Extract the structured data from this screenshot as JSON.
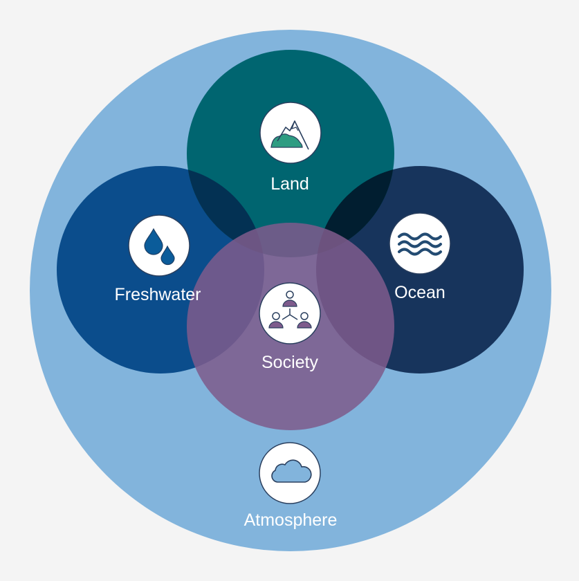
{
  "background_color": "#f4f4f4",
  "badge_fill": "#ffffff",
  "badge_stroke": "#2a3f5e",
  "label_color": "#ffffff",
  "nodes": {
    "atmosphere": {
      "label": "Atmosphere",
      "icon": "cloud-icon",
      "color": "#82b4dc"
    },
    "land": {
      "label": "Land",
      "icon": "mountain-icon",
      "color": "#006570"
    },
    "freshwater": {
      "label": "Freshwater",
      "icon": "water-drops-icon",
      "color": "#0b4d8c"
    },
    "ocean": {
      "label": "Ocean",
      "icon": "waves-icon",
      "color": "#17345c"
    },
    "society": {
      "label": "Society",
      "icon": "people-network-icon",
      "color": "#7e5b8c"
    }
  },
  "overlap_colors": {
    "land_freshwater": "#033153",
    "land_ocean": "#011e30"
  },
  "icon_colors": {
    "mountain_fill": "#2e9c82",
    "water_drop": "#0b5c9a",
    "waves": "#234b72",
    "people": "#7e5b8c",
    "cloud_fill": "#82b4dc"
  }
}
